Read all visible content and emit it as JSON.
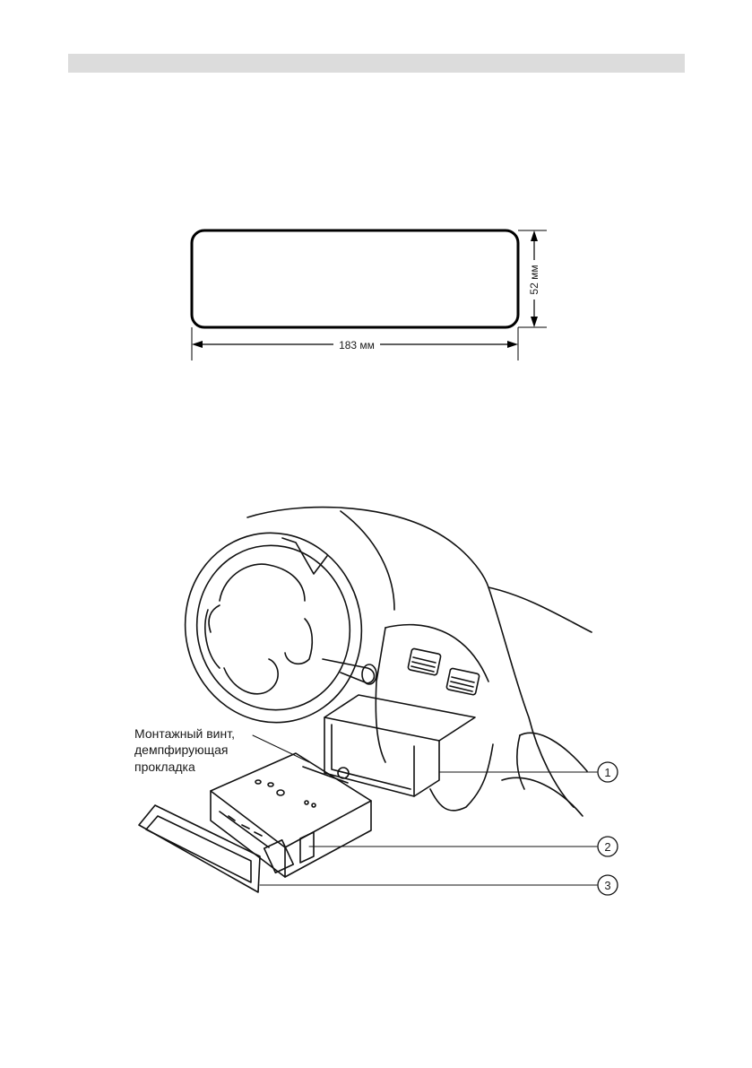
{
  "page": {
    "header_bar_color": "#dcdcdc"
  },
  "cutout_diagram": {
    "width_label": "183 мм",
    "height_label": "52 мм"
  },
  "installation_diagram": {
    "screw_label_line1": "Монтажный винт,",
    "screw_label_line2": "демпфирующая",
    "screw_label_line3": "прокладка",
    "callout_1": "1",
    "callout_2": "2",
    "callout_3": "3",
    "icons": [
      "steering-wheel-icon",
      "mounting-sleeve-icon",
      "head-unit-icon",
      "trim-frame-icon"
    ]
  }
}
